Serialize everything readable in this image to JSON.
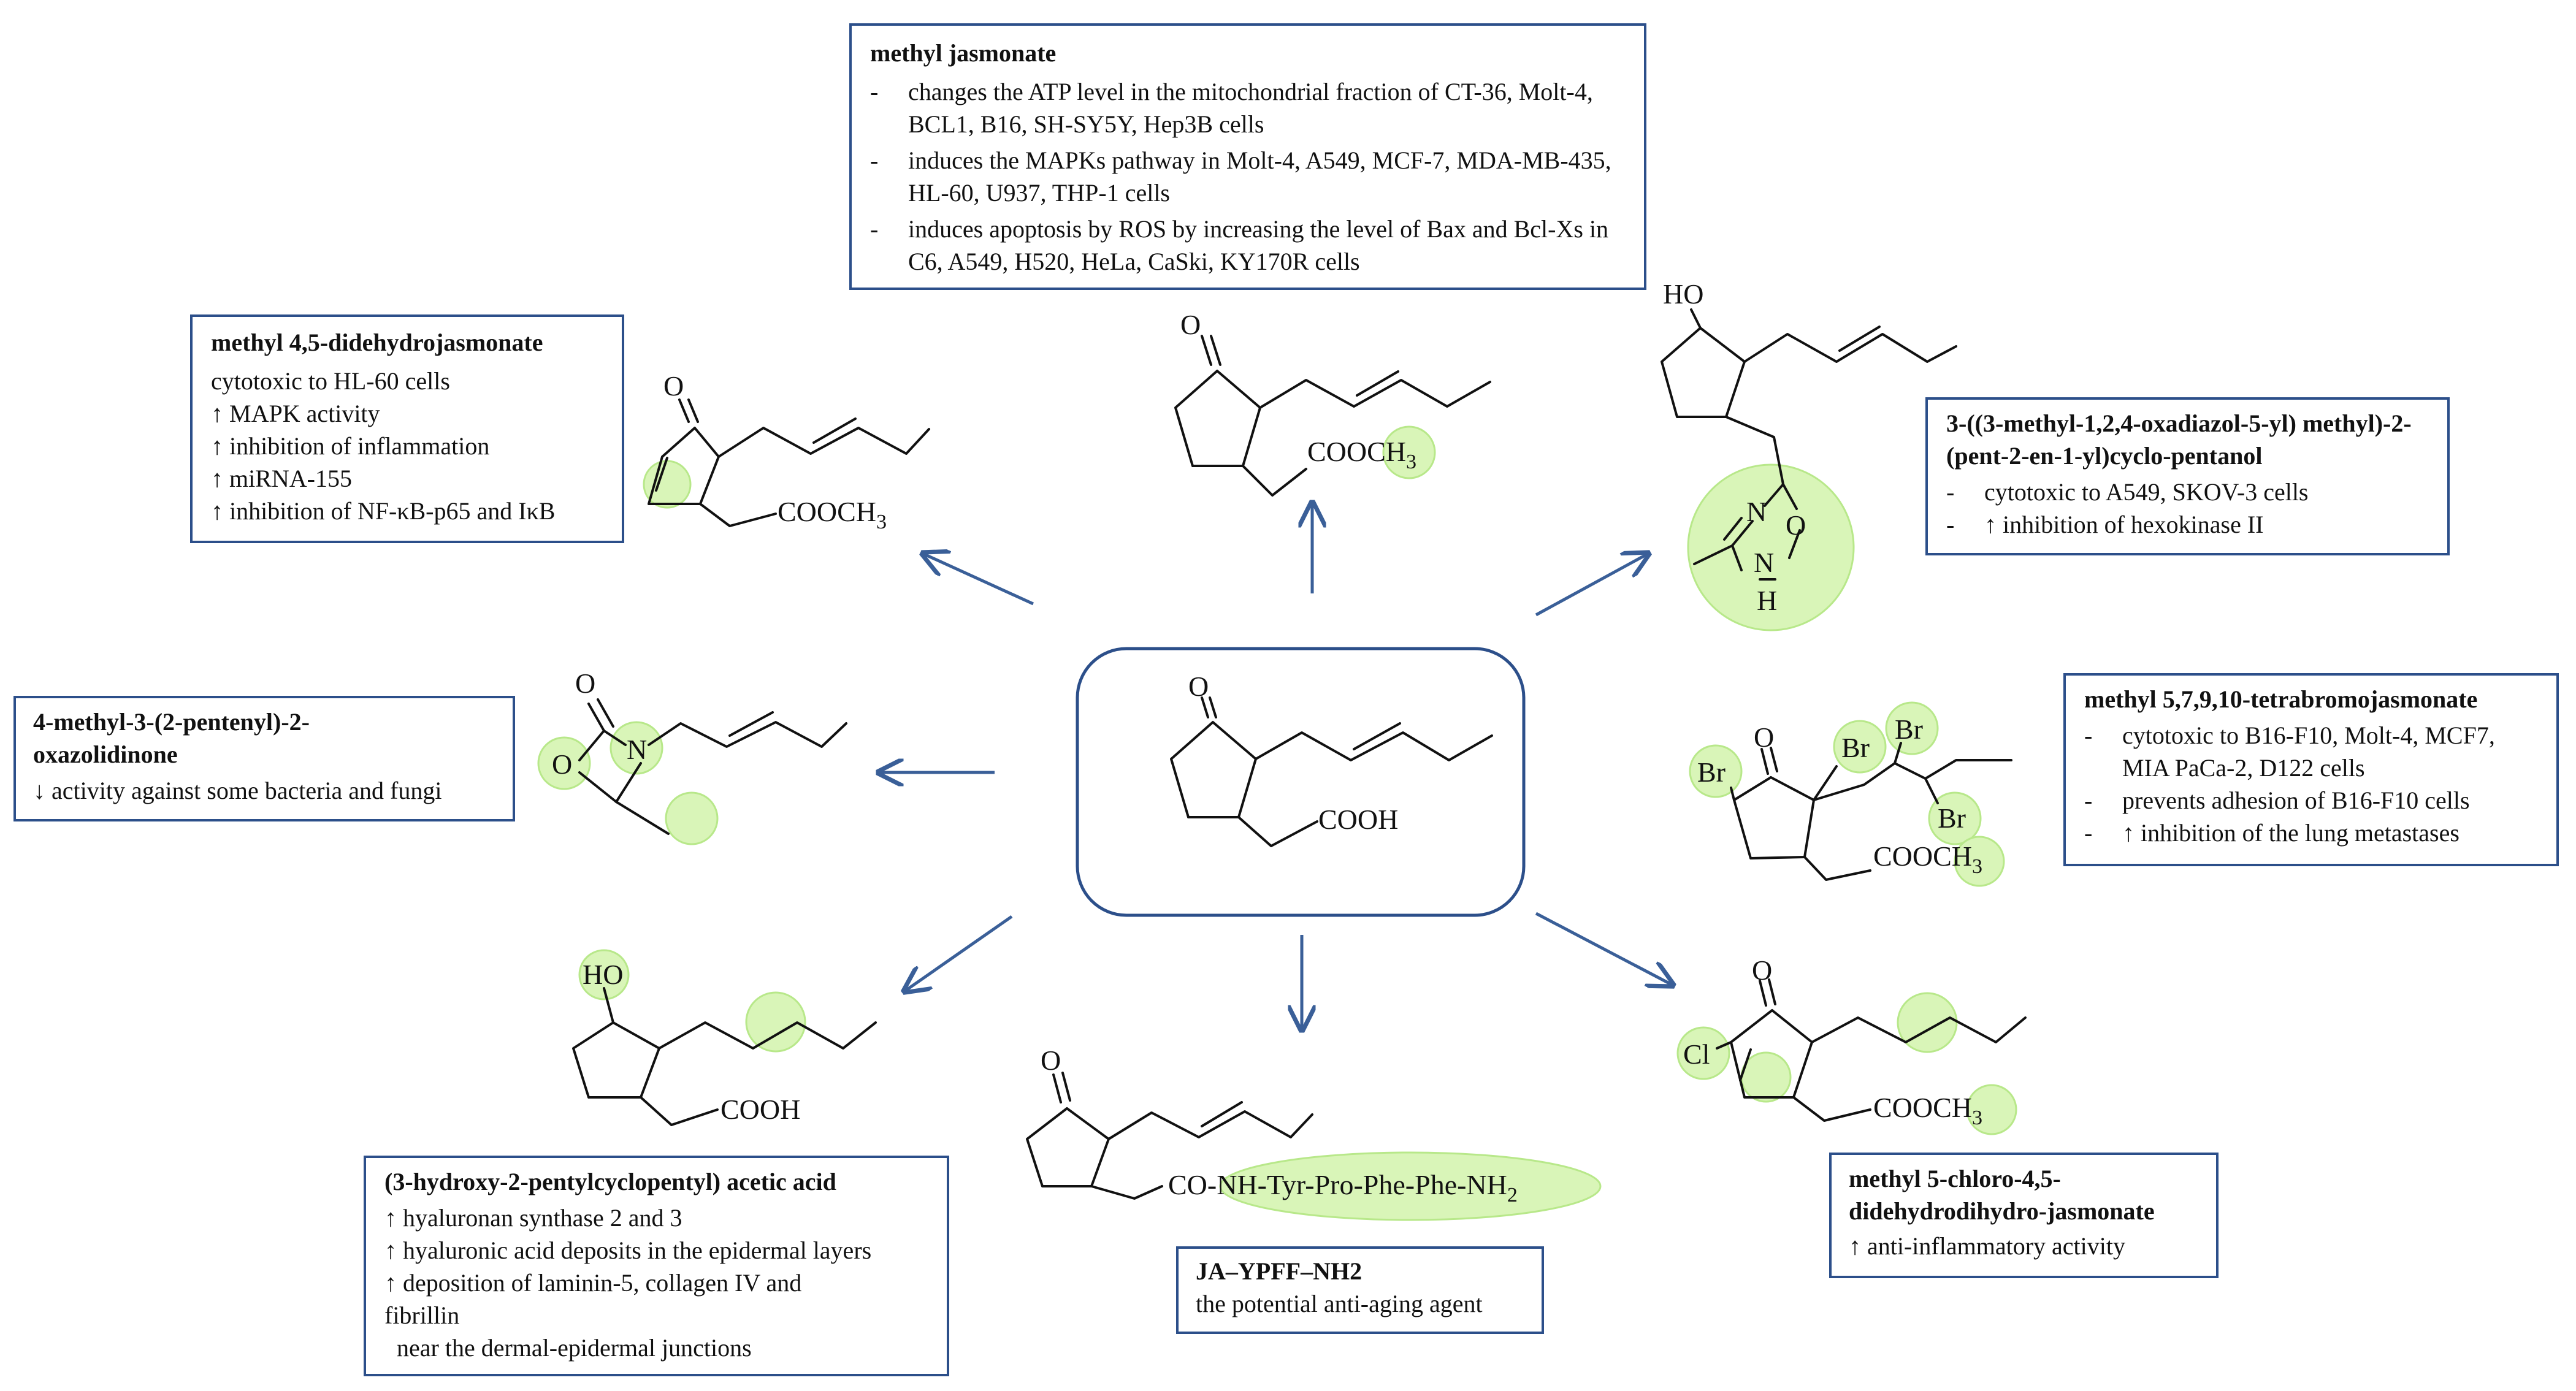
{
  "colors": {
    "box_border": "#2c4f8a",
    "arrow": "#3a5f98",
    "highlight_fill": "#d9f5b8",
    "highlight_edge": "#b8e88a",
    "bond": "#111111"
  },
  "center_molecule": {
    "substituent": "COOH",
    "atom_O": "O"
  },
  "boxes": {
    "methyl_jasmonate": {
      "title": "methyl  jasmonate",
      "items": [
        "changes the ATP level in the mitochondrial fraction of CT-36, Molt-4, BCL1, B16, SH-SY5Y,  Hep3B cells",
        "induces the MAPKs pathway in Molt-4, A549, MCF-7, MDA-MB-435, HL-60, U937, THP-1 cells",
        "induces apoptosis by ROS by increasing the level of Bax and Bcl-Xs in C6, A549, H520, HeLa,  CaSki, KY170R cells"
      ]
    },
    "didehydrojasmonate": {
      "title": "methyl 4,5-didehydrojasmonate",
      "lines": [
        "cytotoxic to HL-60 cells",
        "↑ MAPK activity",
        "↑ inhibition of inflammation",
        "↑ miRNA-155",
        "↑ inhibition of NF-κB-p65 and IκB"
      ]
    },
    "oxadiazol": {
      "title": "3-((3-methyl-1,2,4-oxadiazol-5-yl) methyl)-2-(pent-2-en-1-yl)cyclo-pentanol",
      "items": [
        "cytotoxic to  A549, SKOV-3 cells",
        "↑ inhibition of hexokinase II"
      ]
    },
    "oxazolidinone": {
      "title": "4-methyl-3-(2-pentenyl)-2-oxazolidinone",
      "lines": [
        "↓ activity against some bacteria and fungi"
      ]
    },
    "tetrabromo": {
      "title": "methyl  5,7,9,10-tetrabromojasmonate",
      "items": [
        "cytotoxic to B16-F10, Molt-4, MCF7, MIA  PaCa-2, D122 cells",
        "prevents adhesion of B16-F10 cells",
        "↑ inhibition of the lung metastases"
      ]
    },
    "hydroxy_acid": {
      "title": "(3-hydroxy-2-pentylcyclopentyl)  acetic acid",
      "lines": [
        "↑  hyaluronan synthase  2 and 3",
        "↑  hyaluronic acid deposits in the epidermal layers",
        "↑  deposition of laminin-5, collagen IV and fibrillin",
        "  near the dermal-epidermal junctions"
      ]
    },
    "peptide": {
      "title": "JA–YPFF–NH2",
      "lines": [
        "the potential anti-aging agent"
      ]
    },
    "chloro": {
      "title": "methyl 5-chloro-4,5-didehydrodihydro-jasmonate",
      "lines": [
        "↑  anti-inflammatory activity"
      ]
    }
  },
  "molecule_labels": {
    "mj_O": "O",
    "mj_sub": "COOCH",
    "mj_sub_sub": "3",
    "dd_O": "O",
    "dd_sub": "COOCH",
    "dd_sub_sub": "3",
    "ox_HO": "HO",
    "ox_N": "N",
    "ox_O": "O",
    "ox_N2": "N",
    "ox_H": "H",
    "oz_O_top": "O",
    "oz_N": "N",
    "oz_O": "O",
    "tb_O": "O",
    "tb_Br1": "Br",
    "tb_Br2": "Br",
    "tb_Br3": "Br",
    "tb_Br4": "Br",
    "tb_sub": "COOCH",
    "tb_sub_sub": "3",
    "ha_HO": "HO",
    "ha_sub": "COOH",
    "pe_O": "O",
    "pe_sub": "CO-NH-Tyr-Pro-Phe-Phe-NH",
    "pe_sub_sub": "2",
    "cl_O": "O",
    "cl_Cl": "Cl",
    "cl_sub": "COOCH",
    "cl_sub_sub": "3"
  }
}
